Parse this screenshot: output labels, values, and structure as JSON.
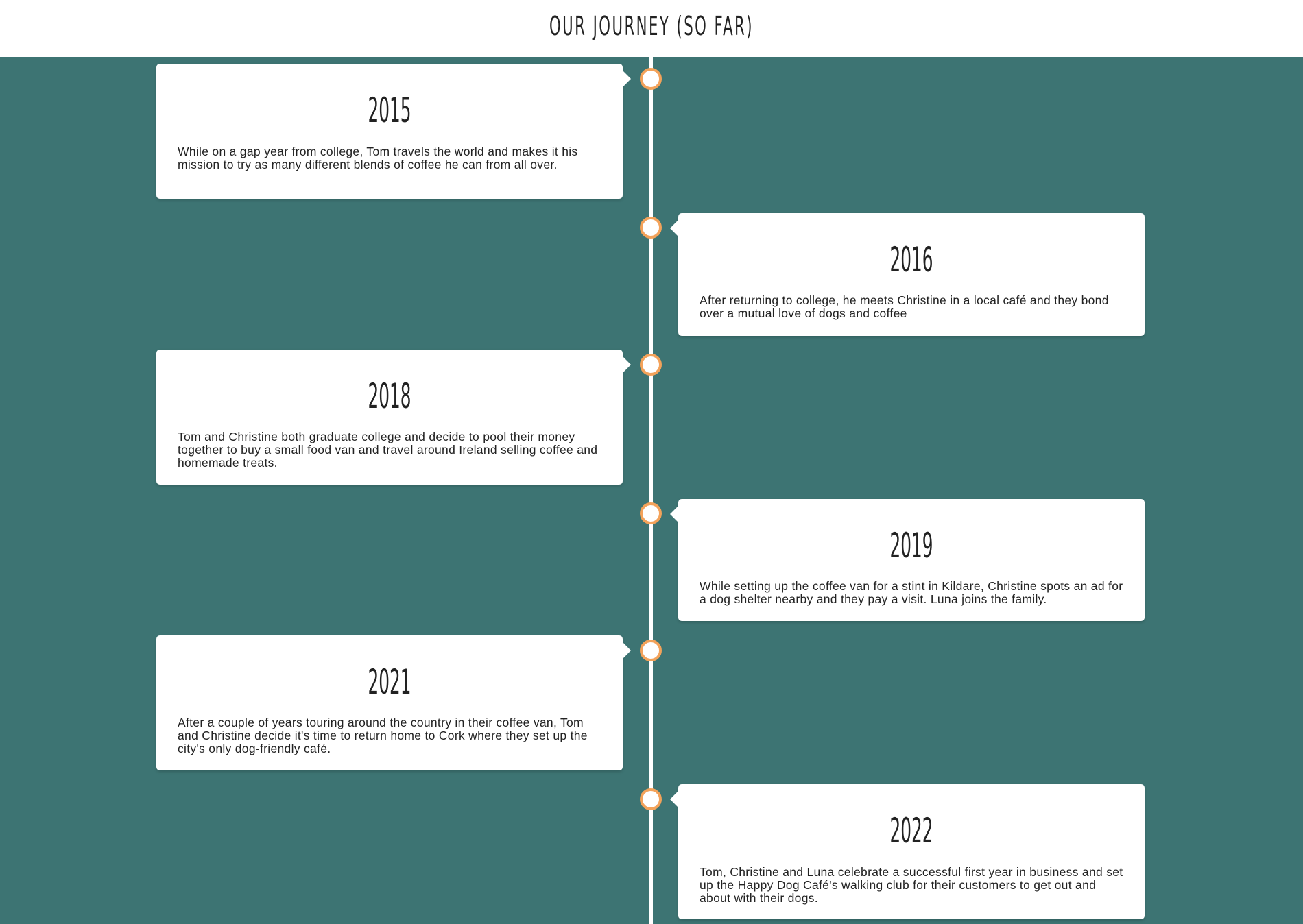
{
  "header": {
    "title": "OUR JOURNEY (SO FAR)"
  },
  "timeline": {
    "entries": [
      {
        "year": "2015",
        "text": "While on a gap year from college, Tom travels the world and makes it his mission to try as many different blends of coffee he can from all over."
      },
      {
        "year": "2016",
        "text": "After returning to college, he meets Christine in a local café and they bond over a mutual love of dogs and coffee"
      },
      {
        "year": "2018",
        "text": "Tom and Christine both graduate college and decide to pool their money together to buy a small food van and travel around Ireland selling coffee and homemade treats."
      },
      {
        "year": "2019",
        "text": "While setting up the coffee van for a stint in Kildare, Christine spots an ad for a dog shelter nearby and they pay a visit. Luna joins the family."
      },
      {
        "year": "2021",
        "text": "After a couple of years touring around the country in their coffee van, Tom and Christine decide it's time to return home to Cork where they set up the city's only dog-friendly café."
      },
      {
        "year": "2022",
        "text": "Tom, Christine and Luna celebrate a successful first year in business and set up the Happy Dog Café's walking club for their customers to get out and about with their dogs."
      }
    ]
  },
  "colors": {
    "background": "#3d7473",
    "card": "#ffffff",
    "marker_border": "#f3a25a",
    "line": "#ffffff",
    "text": "#222222"
  }
}
